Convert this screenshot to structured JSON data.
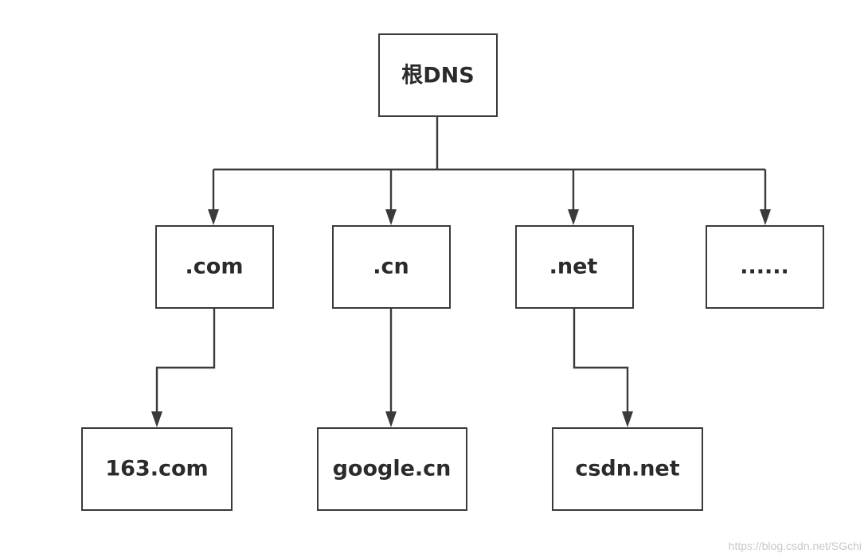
{
  "diagram": {
    "nodes": {
      "root": "根DNS",
      "com": ".com",
      "cn": ".cn",
      "net": ".net",
      "other": "......",
      "com_child": "163.com",
      "cn_child": "google.cn",
      "net_child": "csdn.net"
    },
    "edges": [
      [
        "root",
        "com"
      ],
      [
        "root",
        "cn"
      ],
      [
        "root",
        "net"
      ],
      [
        "root",
        "other"
      ],
      [
        "com",
        "com_child"
      ],
      [
        "cn",
        "cn_child"
      ],
      [
        "net",
        "net_child"
      ]
    ],
    "colors": {
      "stroke": "#3a3a3a",
      "text": "#2b2b2b",
      "background": "#ffffff",
      "watermark": "#c8c8c8"
    }
  },
  "watermark": "https://blog.csdn.net/SGchi"
}
